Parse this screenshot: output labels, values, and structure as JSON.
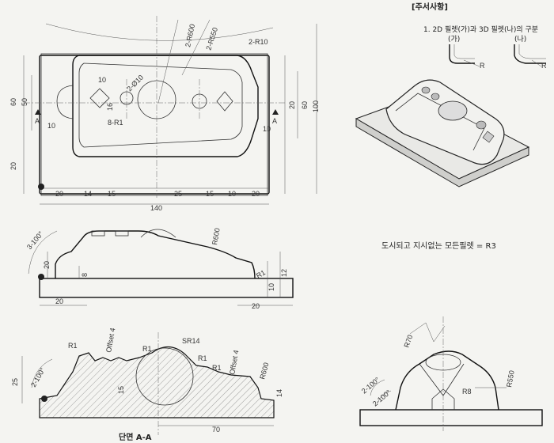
{
  "notes": {
    "header": "[주서사항]",
    "item1": "1.   2D 필렛(가)과 3D 필렛(나)의 구분",
    "label_ga": "(가)",
    "label_na": "(나)",
    "r_label": "R",
    "fillet_note": "도시되고 지시없는 모든필렛 = R3"
  },
  "top_view": {
    "dims_bottom": [
      "20",
      "14",
      "15",
      "25",
      "15",
      "10",
      "20"
    ],
    "overall_width": "140",
    "left_dims": [
      "60",
      "50",
      "20"
    ],
    "right_dims": [
      "20",
      "60",
      "100"
    ],
    "inner_dims": [
      "10",
      "10",
      "16",
      "10"
    ],
    "callouts": [
      "2-R600",
      "2-R550",
      "2-R10",
      "2-Ø10",
      "8-R1"
    ],
    "section_mark": "A"
  },
  "front_view": {
    "angle": "3-100°",
    "radii": [
      "R600",
      "R1"
    ],
    "dims": [
      "20",
      "8",
      "10",
      "12",
      "20",
      "20"
    ]
  },
  "section_view": {
    "labels": [
      "R1",
      "Offset 4",
      "R1",
      "SR14",
      "R1",
      "R1",
      "Offset 4",
      "R600"
    ],
    "angle": "2-100°",
    "dims": [
      "25",
      "15",
      "14",
      "70"
    ],
    "title": "단면 A-A"
  },
  "detail_view": {
    "radii": [
      "R70",
      "R550",
      "R8"
    ],
    "angles": [
      "2-100°",
      "2-100°"
    ]
  }
}
